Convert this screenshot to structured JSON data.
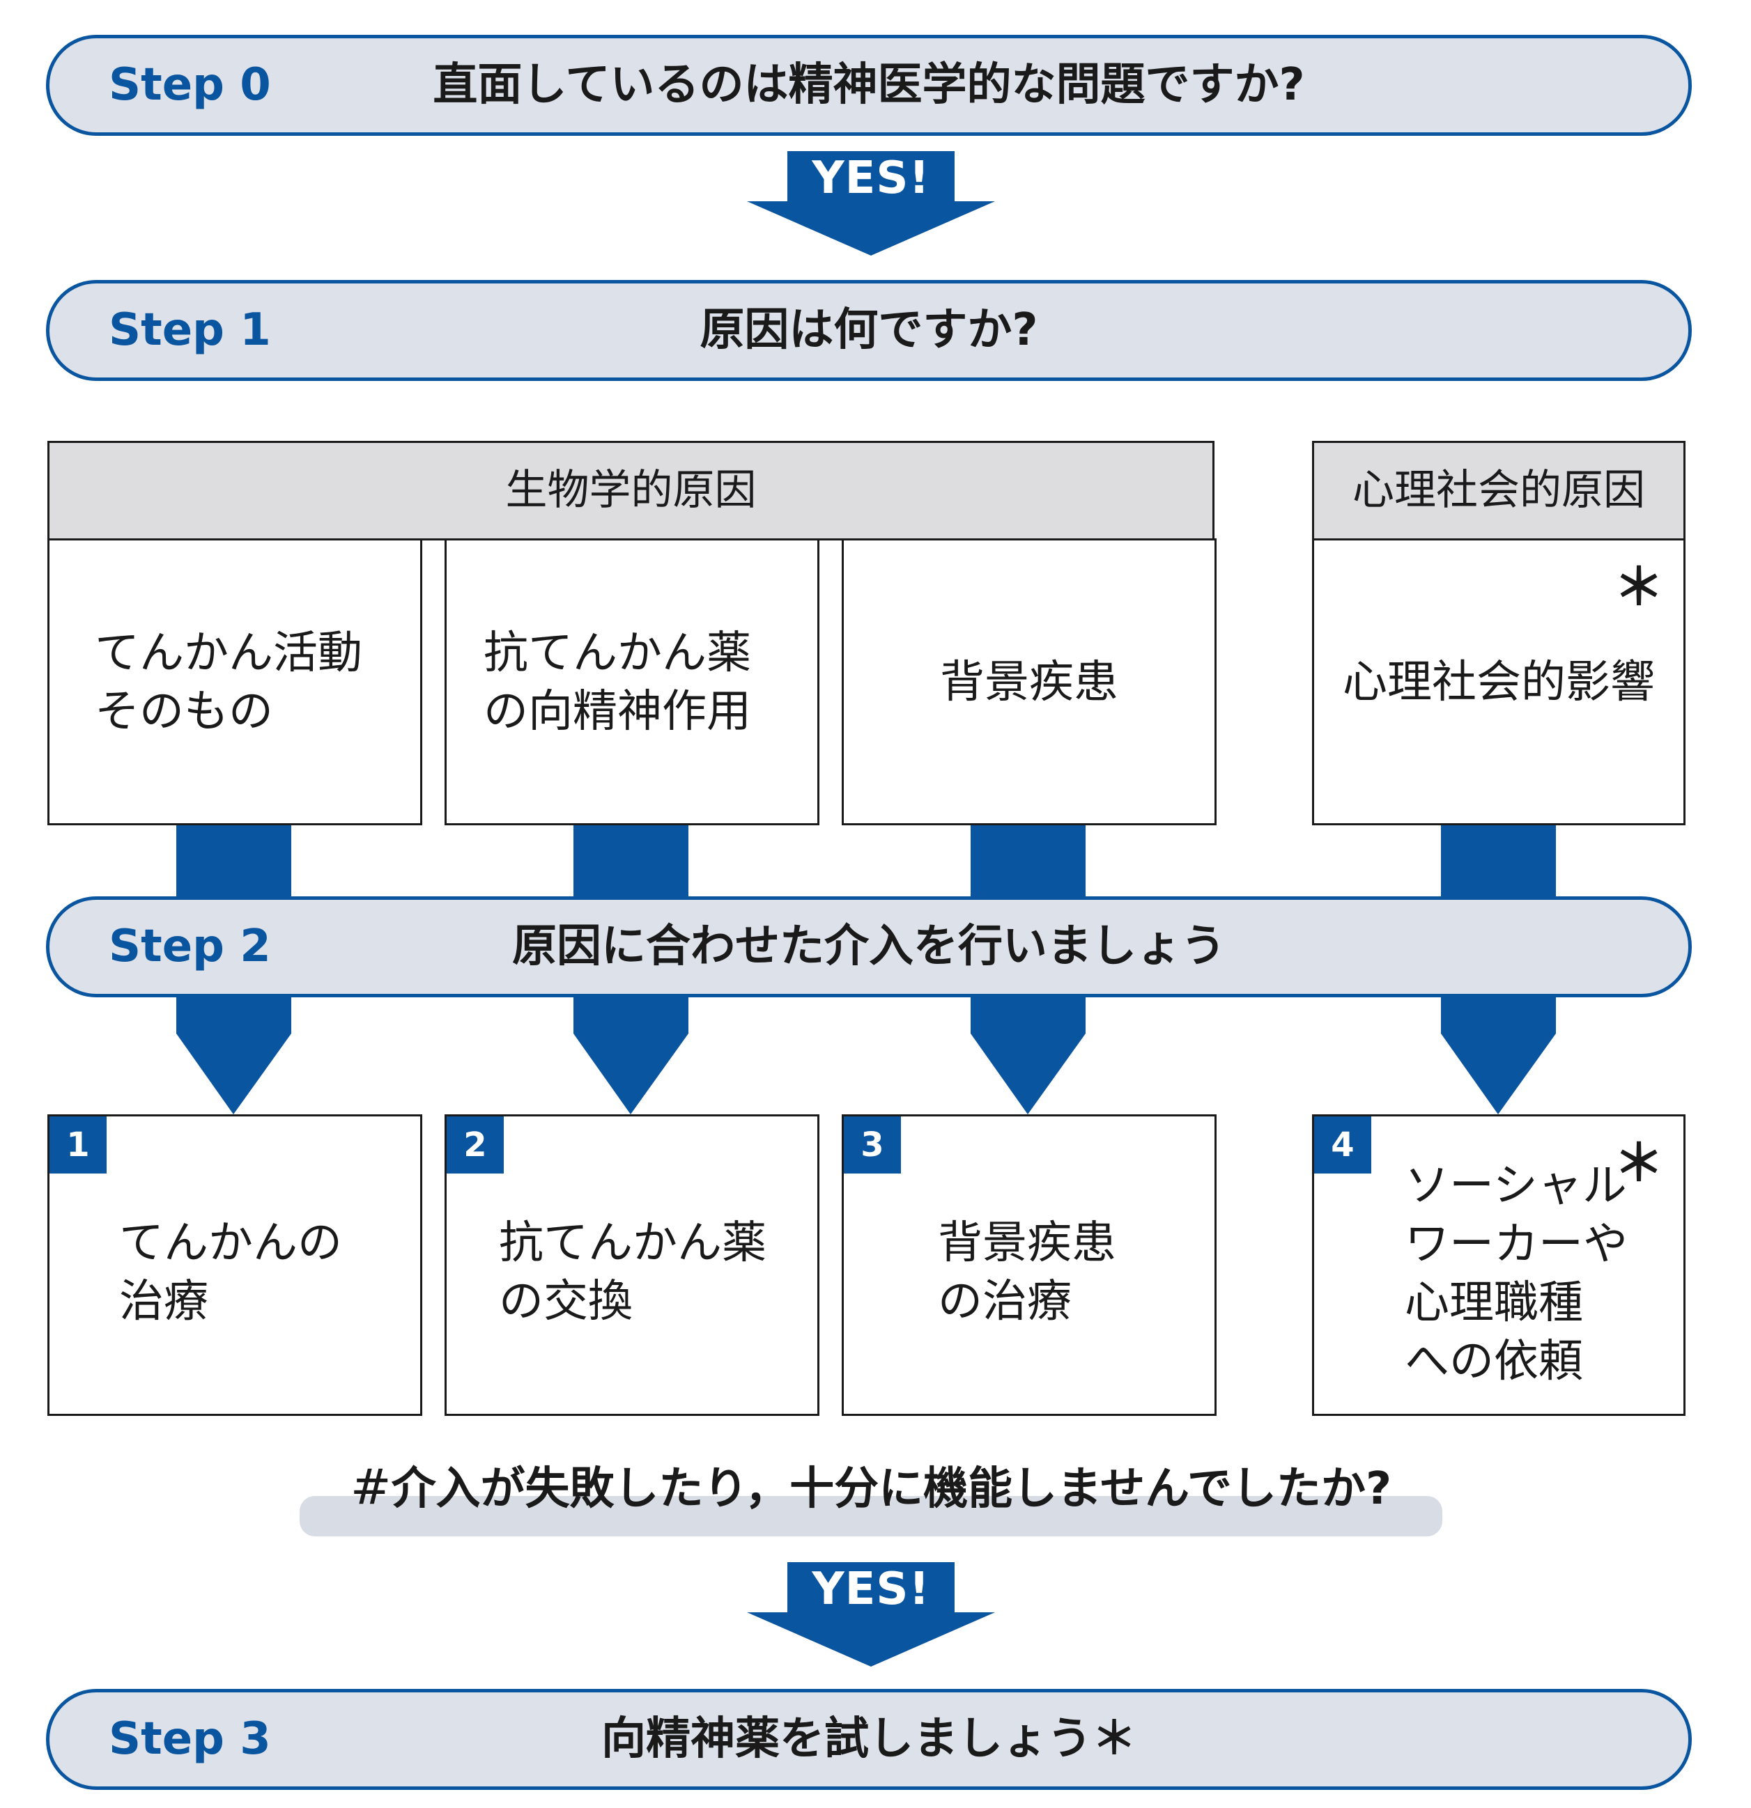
{
  "steps": {
    "s0": {
      "label": "Step 0",
      "question": "直面しているのは精神医学的な問題ですか?"
    },
    "s1": {
      "label": "Step 1",
      "question": "原因は何ですか?"
    },
    "s2": {
      "label": "Step 2",
      "question": "原因に合わせた介入を行いましょう"
    },
    "s3": {
      "label": "Step 3",
      "question": "向精神薬を試しましょう＊"
    }
  },
  "yes_label": "YES!",
  "categories": {
    "biological": "生物学的原因",
    "psychosocial": "心理社会的原因"
  },
  "causes": [
    {
      "line1": "てんかん活動",
      "line2": "そのもの"
    },
    {
      "line1": "抗てんかん薬",
      "line2": "の向精神作用"
    },
    {
      "line1": "背景疾患",
      "line2": ""
    },
    {
      "line1": "心理社会的影響",
      "line2": "",
      "mark": "＊"
    }
  ],
  "interventions": [
    {
      "num": "1",
      "lines": [
        "てんかんの",
        "治療"
      ]
    },
    {
      "num": "2",
      "lines": [
        "抗てんかん薬",
        "の交換"
      ]
    },
    {
      "num": "3",
      "lines": [
        "背景疾患",
        "の治療"
      ]
    },
    {
      "num": "4",
      "lines": [
        "ソーシャル",
        "ワーカーや",
        "心理職種",
        "への依頼"
      ],
      "mark": "＊"
    }
  ],
  "failure_check": {
    "hash": "#",
    "text": "介入が失敗したり，十分に機能しませんでしたか?"
  },
  "colors": {
    "accent": "#0a55a0",
    "pill_bg": "#dde1e9",
    "header_bg": "#dddde0"
  }
}
